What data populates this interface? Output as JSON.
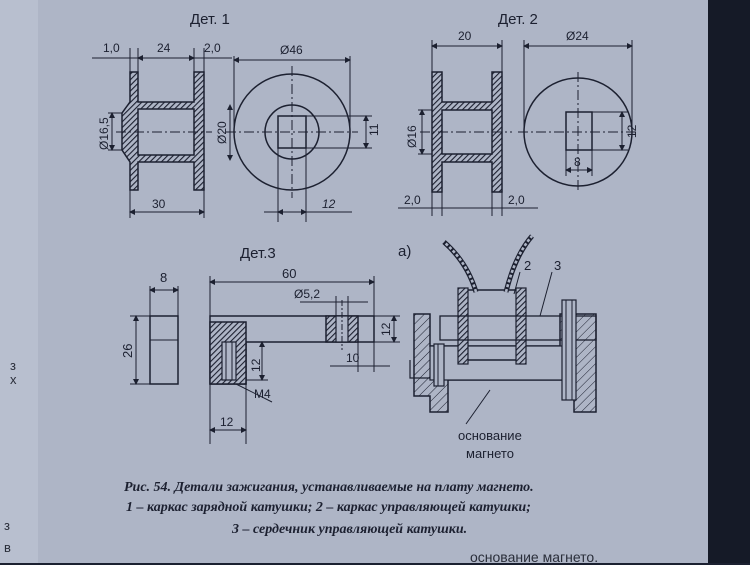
{
  "titles": {
    "det1": "Дет. 1",
    "det2": "Дет. 2",
    "det3": "Дет.3",
    "assembly": "а)"
  },
  "det1": {
    "dim_top_left": "1,0",
    "dim_top_mid": "24",
    "dim_top_right": "2,0",
    "dim_diam_small": "Ø16,5",
    "dim_bottom": "30",
    "dim_diam_outer": "Ø46",
    "dim_diam_bore": "Ø20",
    "dim_square": "11",
    "dim_square_w": "12"
  },
  "det2": {
    "dim_top": "20",
    "dim_diam_small": "Ø16",
    "dim_bottom_left": "2,0",
    "dim_bottom_right": "2,0",
    "dim_diam_outer": "Ø24",
    "dim_square_h": "12",
    "dim_square_w": "8"
  },
  "det3": {
    "dim_width": "8",
    "dim_height": "26",
    "dim_length": "60",
    "dim_hole": "Ø5,2",
    "dim_bar_h": "12",
    "dim_right": "10",
    "dim_thread_depth": "12",
    "dim_thread": "M4",
    "dim_bottom": "12"
  },
  "assembly": {
    "label_2": "2",
    "label_3": "3",
    "base_label_line1": "основание",
    "base_label_line2": "магнето"
  },
  "caption": {
    "line1": "Рис. 54. Детали зажигания, устанавливаемые на плату магнето.",
    "line2": "1 – каркас зарядной катушки; 2 – каркас управляющей катушки;",
    "line3": "3 – сердечник управляющей катушки."
  },
  "margin_text": [
    "з",
    "х",
    "з",
    "в"
  ],
  "bottom_text": "основание магнето."
}
